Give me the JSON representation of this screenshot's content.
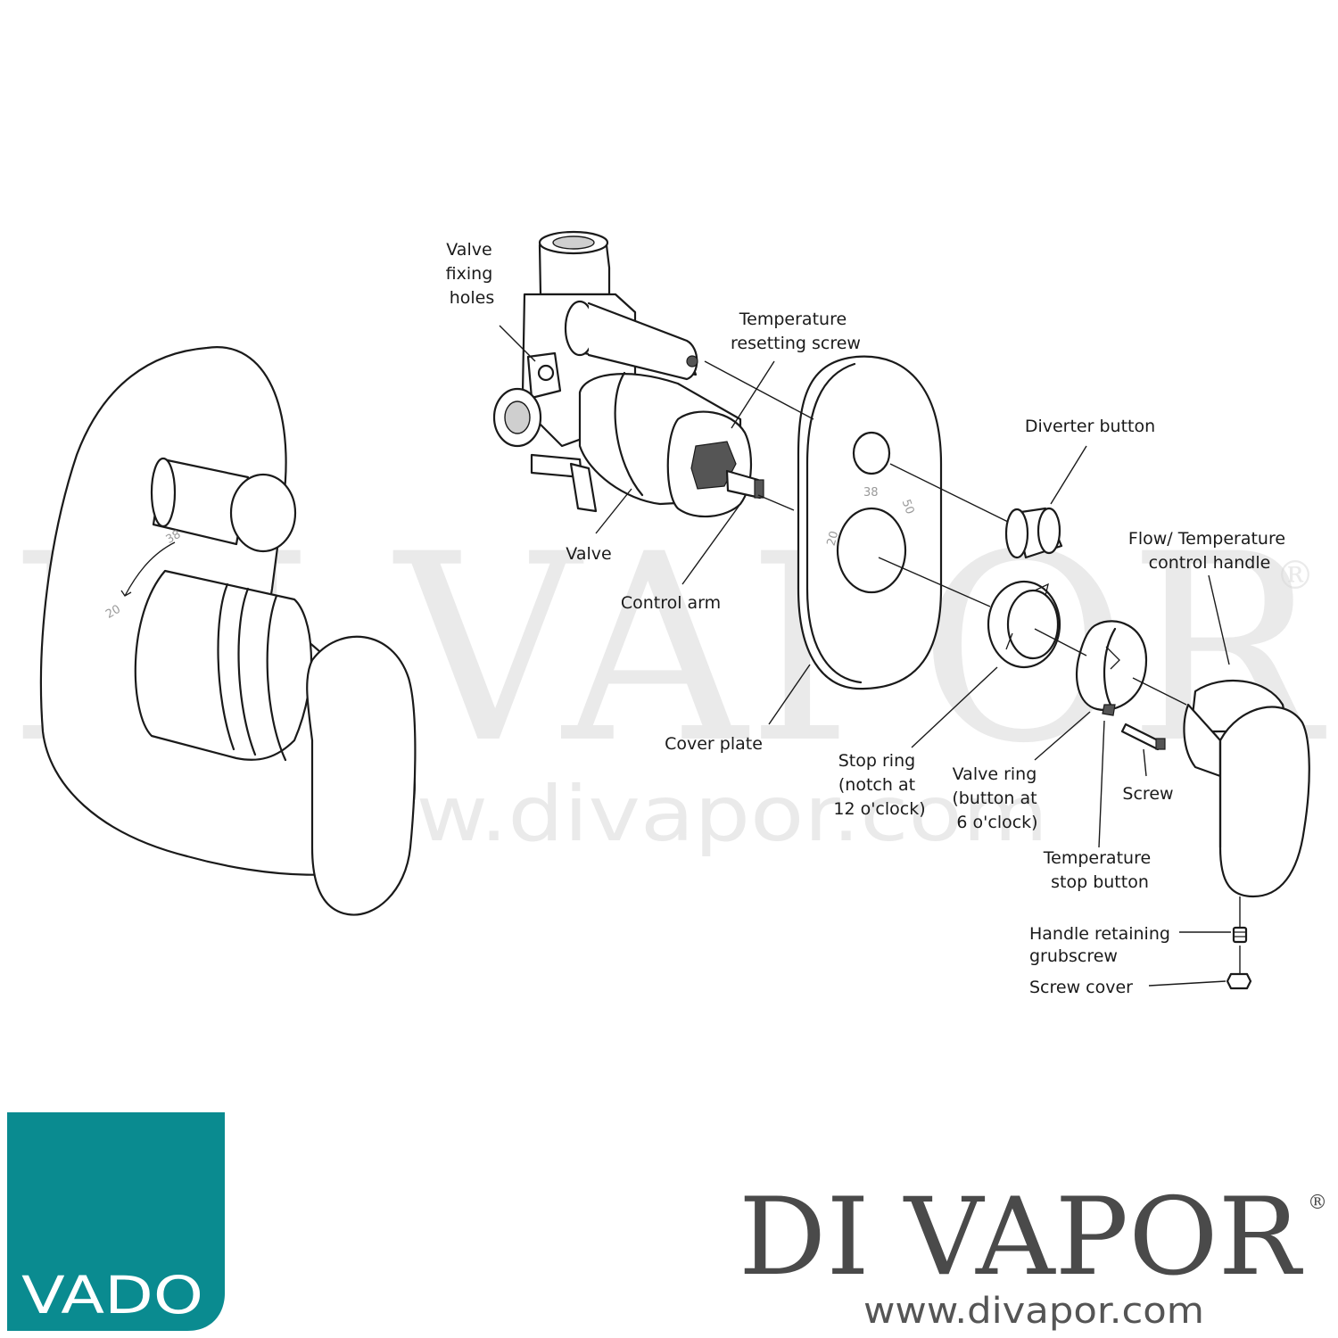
{
  "watermark": {
    "name": "DI VAPOR",
    "registered": "®",
    "url": "www.divapor.com"
  },
  "brand": {
    "vado_logo": "VADO",
    "vado_color": "#0a8b90",
    "divapor_name": "DI VAPOR",
    "divapor_registered": "®",
    "divapor_url": "www.divapor.com"
  },
  "dial_marks": {
    "left": [
      "20",
      "38"
    ],
    "plate": [
      "20",
      "38",
      "50"
    ]
  },
  "labels": {
    "valve_fixing_holes": [
      "Valve",
      "fixing",
      "holes"
    ],
    "temperature_resetting_screw": [
      "Temperature",
      "resetting screw"
    ],
    "valve": [
      "Valve"
    ],
    "control_arm": [
      "Control arm"
    ],
    "cover_plate": [
      "Cover plate"
    ],
    "diverter_button": [
      "Diverter button"
    ],
    "flow_temperature_control_handle": [
      "Flow/ Temperature",
      "control handle"
    ],
    "stop_ring": [
      "Stop ring",
      "(notch at",
      "12 o'clock)"
    ],
    "valve_ring": [
      "Valve ring",
      "(button at",
      "6 o'clock)"
    ],
    "screw": [
      "Screw"
    ],
    "temperature_stop_button": [
      "Temperature",
      "stop button"
    ],
    "handle_retaining_grubscrew": [
      "Handle retaining",
      "grubscrew"
    ],
    "screw_cover": [
      "Screw cover"
    ]
  }
}
